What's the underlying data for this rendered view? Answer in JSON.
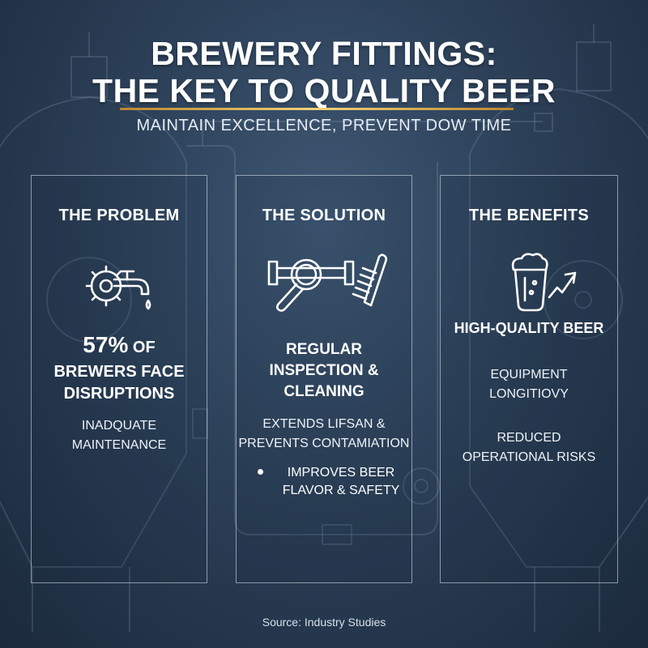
{
  "header": {
    "title_line1": "BREWERY FITTINGS:",
    "title_line2": "THE KEY TO QUALITY BEER",
    "subtitle": "MAINTAIN EXCELLENCE, PREVENT DOW TIME"
  },
  "panels": {
    "problem": {
      "heading": "THE PROBLEM",
      "icon": "gear-faucet-icon",
      "stat_value": "57%",
      "stat_rest_line1": " OF",
      "stat_line2": "BREWERS FACE",
      "stat_line3": "DISRUPTIONS",
      "cause_line1": "INADQUATE",
      "cause_line2": "MAINTENANCE"
    },
    "solution": {
      "heading": "THE SOLUTION",
      "icon": "pipe-inspection-brush-icon",
      "main_line1": "REGULAR",
      "main_line2": "INSPECTION &",
      "main_line3": "CLEANING",
      "detail_line1": "EXTENDS LIFSAN &",
      "detail_line2": "PREVENTS CONTAMIATION",
      "bullet_line1": "IMPROVES BEER",
      "bullet_line2": "FLAVOR & SAFETY"
    },
    "benefits": {
      "heading": "THE BENEFITS",
      "icon": "beer-glass-growth-icon",
      "benefit1": "HIGH-QUALITY BEER",
      "benefit2_line1": "EQUIPMENT",
      "benefit2_line2": "LONGITIOVY",
      "benefit3_line1": "REDUCED",
      "benefit3_line2": "OPERATIONAL RISKS"
    }
  },
  "footer": {
    "source": "Source: Industry Studies"
  },
  "colors": {
    "background": "#2c4058",
    "accent_gold": "#e3b75a",
    "text": "#ffffff"
  }
}
